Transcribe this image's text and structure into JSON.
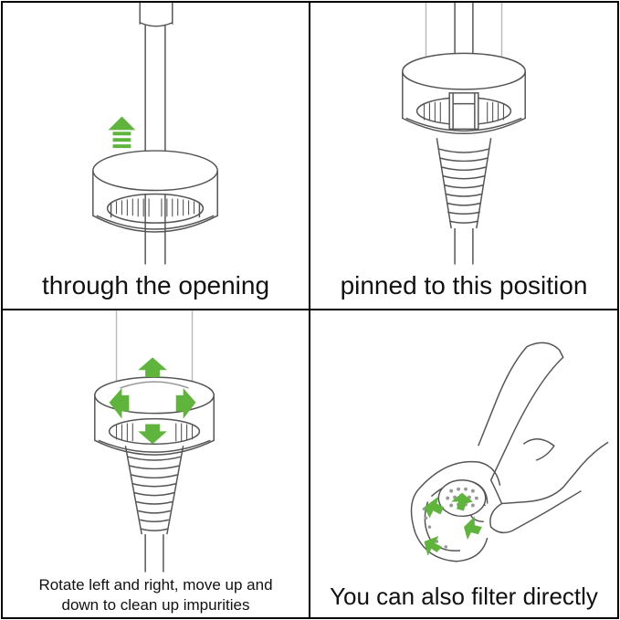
{
  "colors": {
    "arrow": "#5fb43b",
    "line": "#555555",
    "border": "#000000"
  },
  "panels": [
    {
      "caption": "through the opening"
    },
    {
      "caption": "pinned to this position"
    },
    {
      "caption_line1": "Rotate left and right, move up and",
      "caption_line2": "down to clean up impurities"
    },
    {
      "caption": "You can also filter directly"
    }
  ],
  "icons": {
    "p1": [
      "up-arrow-icon",
      "filter-ring-icon",
      "faucet-pipe-icon"
    ],
    "p2": [
      "filter-ring-icon",
      "hose-cone-icon"
    ],
    "p3": [
      "rotate-arrows-icon",
      "filter-ring-icon",
      "hose-cone-icon"
    ],
    "p4": [
      "hand-icon",
      "filter-ring-icon",
      "rotate-arrows-icon"
    ]
  }
}
